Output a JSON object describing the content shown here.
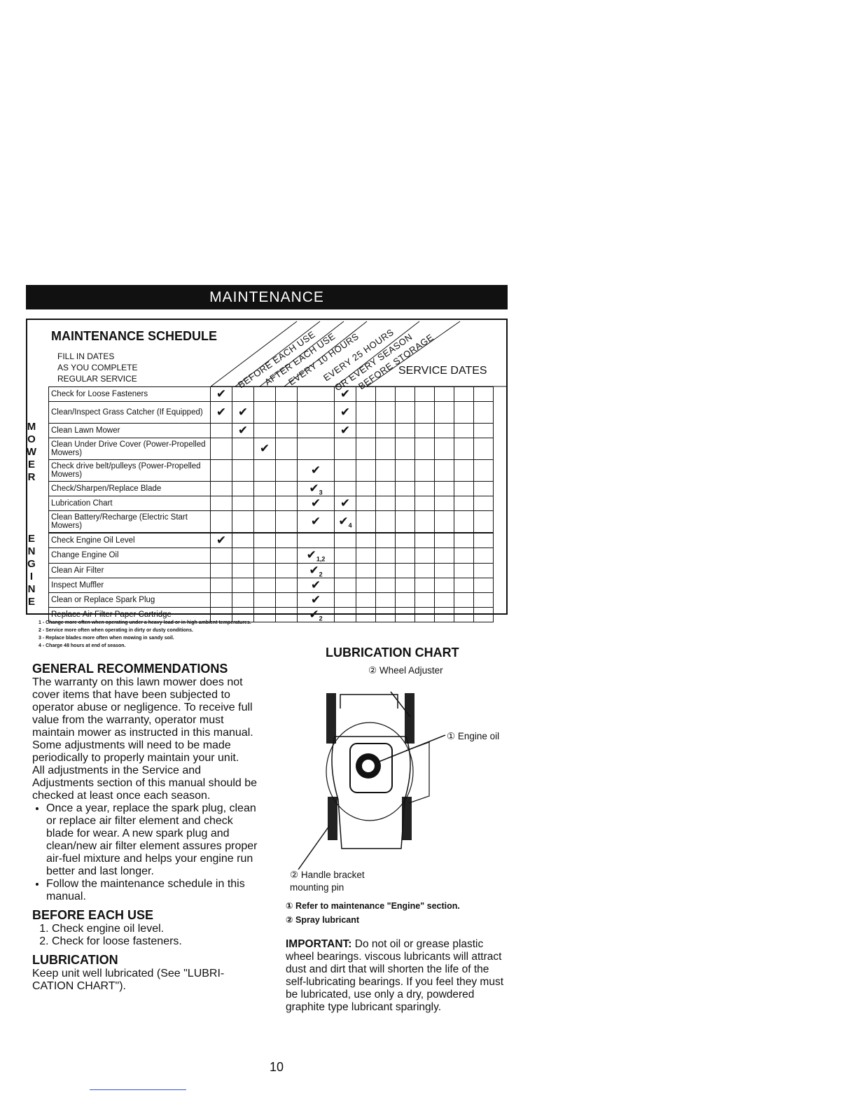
{
  "banner": "MAINTENANCE",
  "schedule": {
    "title": "MAINTENANCE SCHEDULE",
    "fill_lines": [
      "FILL IN DATES",
      "AS YOU COMPLETE",
      "REGULAR SERVICE"
    ],
    "service_dates": "SERVICE DATES",
    "columns": [
      "BEFORE EACH USE",
      "AFTER EACH USE",
      "EVERY 10 HOURS",
      "EVERY 25 HOURS",
      "OR EVERY SEASON",
      "BEFORE STORAGE"
    ],
    "mower_rows": [
      {
        "task": "Check for Loose Fasteners"
      },
      {
        "task": "Clean/Inspect Grass Catcher (If Equipped)"
      },
      {
        "task": "Clean Lawn Mower"
      },
      {
        "task": "Clean Under Drive Cover (Power-Propelled Mowers)"
      },
      {
        "task": "Check drive belt/pulleys (Power-Propelled Mowers)"
      },
      {
        "task": "Check/Sharpen/Replace Blade"
      },
      {
        "task": "Lubrication Chart"
      },
      {
        "task": "Clean Battery/Recharge (Electric Start Mowers)"
      }
    ],
    "engine_rows": [
      {
        "task": "Check Engine Oil Level"
      },
      {
        "task": "Change Engine Oil"
      },
      {
        "task": "Clean Air Filter"
      },
      {
        "task": "Inspect Muffler"
      },
      {
        "task": "Clean or Replace Spark Plug"
      },
      {
        "task": "Replace Air Filter Paper Cartridge"
      }
    ],
    "check_mark": "✔",
    "sub_3": "3",
    "sub_4": "4",
    "sub_12": "1,2",
    "sub_2": "2",
    "mower_letters": [
      "M",
      "O",
      "W",
      "E",
      "R"
    ],
    "engine_letters": [
      "E",
      "N",
      "G",
      "I",
      "N",
      "E"
    ]
  },
  "footnotes": [
    "1 - Change more often when operating under a heavy load or in high ambient temperatures.",
    "2 - Service more often when operating in dirty or dusty conditions.",
    "3 - Replace blades more often when mowing in sandy soil.",
    "4 - Charge 48 hours at end of season."
  ],
  "general": {
    "heading": "GENERAL RECOMMENDATIONS",
    "p1": "The warranty on this lawn mower does not cover items that have been subjected to operator abuse or negligence. To receive full value from the warranty, operator must maintain mower as instructed in this manual.",
    "p2": "Some adjustments will need to be made periodically to properly maintain your unit.",
    "p3": "All adjustments in the Service and Adjustments section of this manual should be checked at least once each season.",
    "bullet1": "Once a year, replace the spark plug, clean or replace air filter element and check blade for wear. A new spark plug and clean/new air filter element assures proper air-fuel mixture and helps your engine run better and last longer.",
    "bullet2": "Follow the maintenance schedule in this manual."
  },
  "before_each_use": {
    "heading": "BEFORE EACH USE",
    "items": [
      "Check engine oil level.",
      "Check for loose fasteners."
    ]
  },
  "lubrication": {
    "heading": "LUBRICATION",
    "text": "Keep unit well lubricated (See \"LUBRI-CATION CHART\")."
  },
  "lub_chart": {
    "title": "LUBRICATION CHART",
    "wheel_adjuster": "② Wheel Adjuster",
    "engine_oil": "① Engine oil",
    "handle_bracket_1": "② Handle bracket",
    "handle_bracket_2": "mounting pin",
    "note1": "①  Refer to maintenance \"Engine\" section.",
    "note2": "②  Spray lubricant"
  },
  "important": {
    "label": "IMPORTANT:",
    "text": " Do not oil or grease plastic wheel bearings. viscous lubricants will attract dust and dirt that will shorten the life of the self-lubricating bearings. If you feel they must be lubricated, use only a dry, powdered graphite type lubricant sparingly."
  },
  "page_number": "10"
}
